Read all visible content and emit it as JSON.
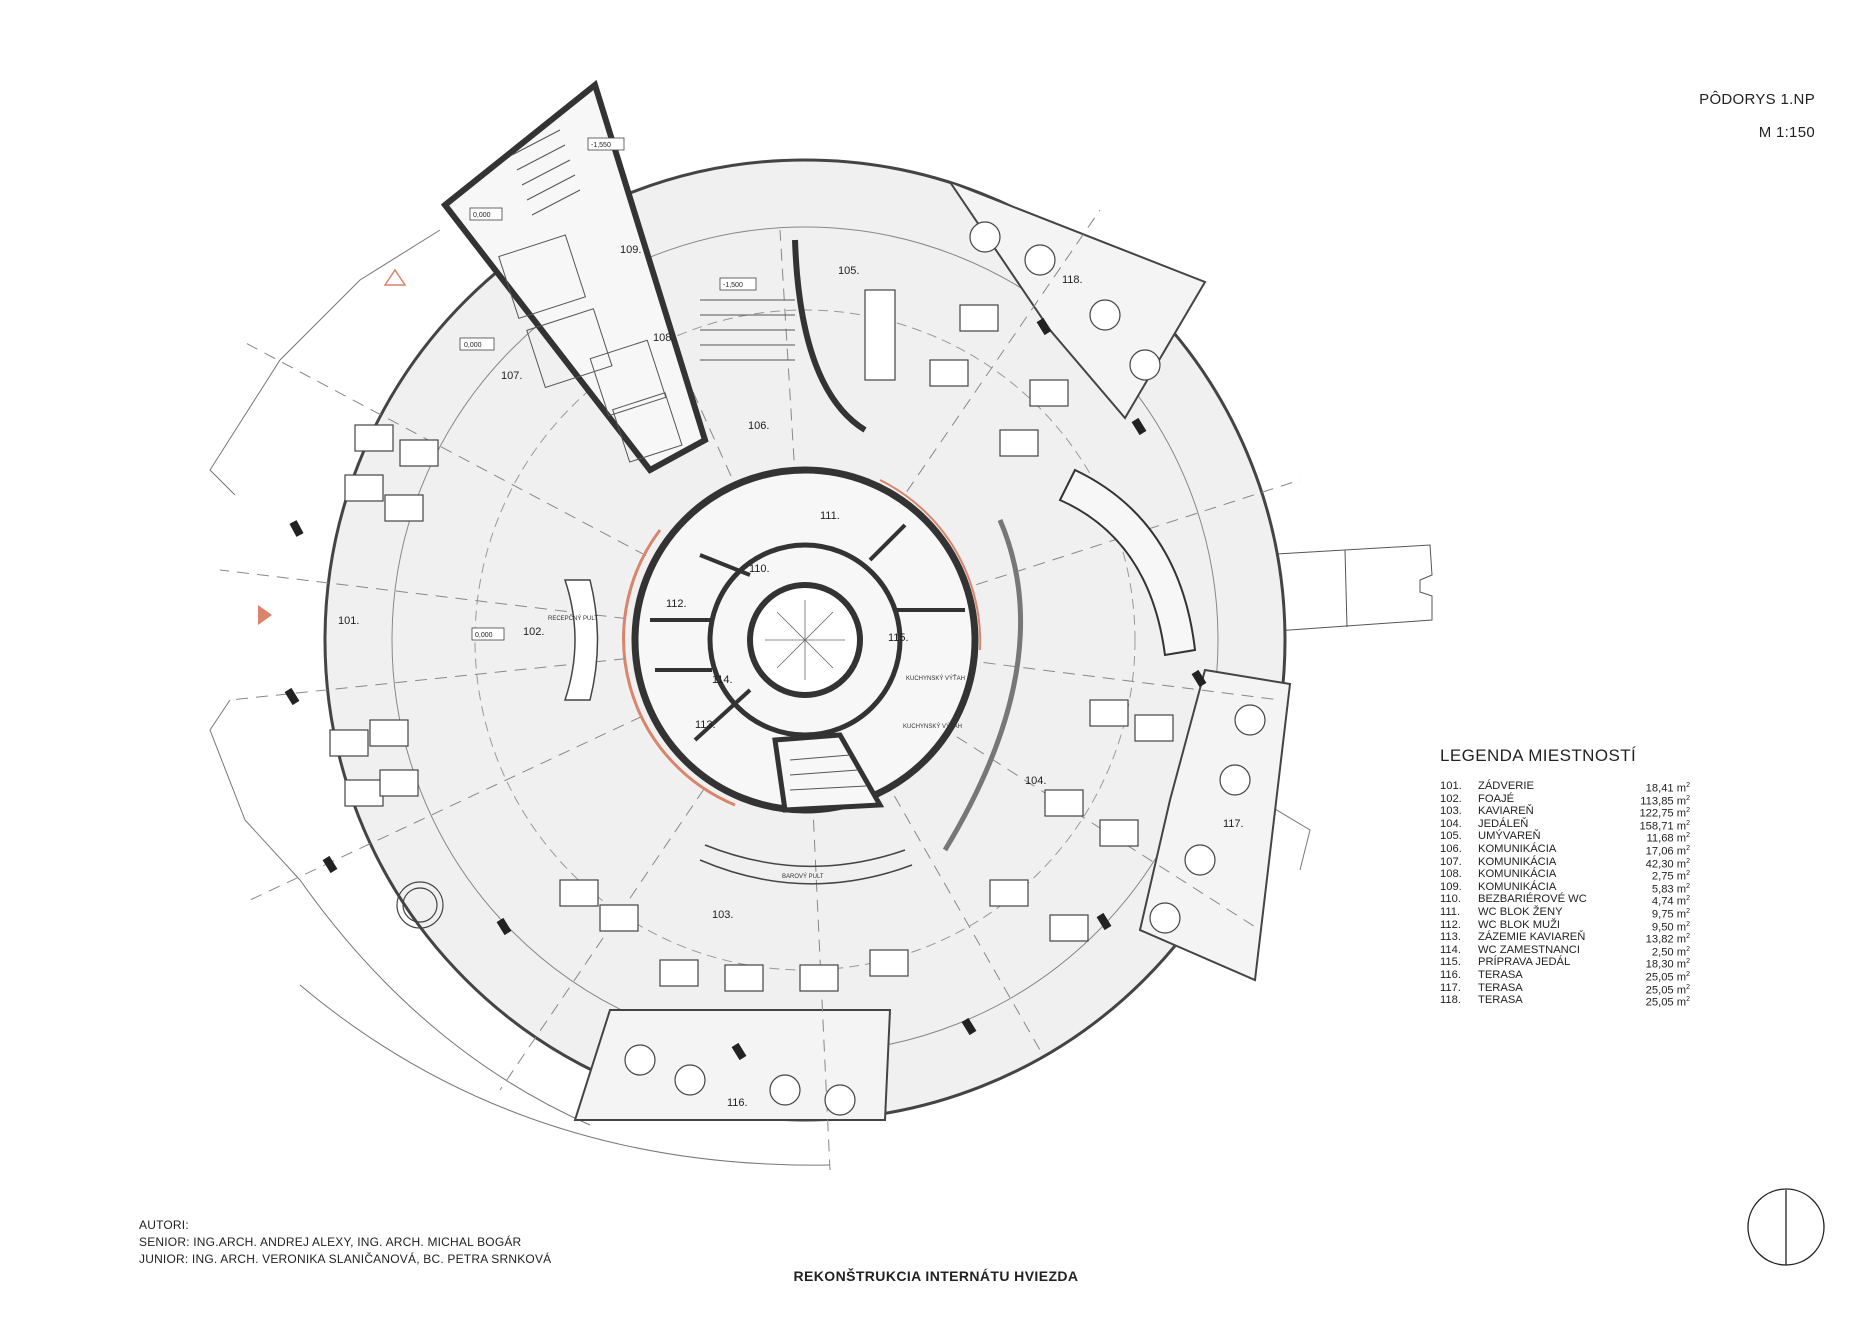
{
  "sheet": {
    "title": "PÔDORYS 1.NP",
    "scale": "M 1:150"
  },
  "project_title": "REKONŠTRUKCIA INTERNÁTU HVIEZDA",
  "authors": {
    "heading": "AUTORI:",
    "senior": "SENIOR: ING.ARCH. ANDREJ ALEXY, ING. ARCH. MICHAL BOGÁR",
    "junior": "JUNIOR: ING. ARCH. VERONIKA SLANIČANOVÁ, BC. PETRA SRNKOVÁ"
  },
  "legend": {
    "title": "LEGENDA MIESTNOSTÍ",
    "unit": "m",
    "rooms": [
      {
        "num": "101.",
        "name": "ZÁDVERIE",
        "area": "18,41"
      },
      {
        "num": "102.",
        "name": "FOAJÉ",
        "area": "113,85"
      },
      {
        "num": "103.",
        "name": "KAVIAREŇ",
        "area": "122,75"
      },
      {
        "num": "104.",
        "name": "JEDÁLEŇ",
        "area": "158,71"
      },
      {
        "num": "105.",
        "name": "UMÝVAREŇ",
        "area": "11,68"
      },
      {
        "num": "106.",
        "name": "KOMUNIKÁCIA",
        "area": "17,06"
      },
      {
        "num": "107.",
        "name": "KOMUNIKÁCIA",
        "area": "42,30"
      },
      {
        "num": "108.",
        "name": "KOMUNIKÁCIA",
        "area": "2,75"
      },
      {
        "num": "109.",
        "name": "KOMUNIKÁCIA",
        "area": "5,83"
      },
      {
        "num": "110.",
        "name": "BEZBARIÉROVÉ WC",
        "area": "4,74"
      },
      {
        "num": "111.",
        "name": "WC BLOK ŽENY",
        "area": "9,75"
      },
      {
        "num": "112.",
        "name": "WC BLOK MUŽI",
        "area": "9,50"
      },
      {
        "num": "113.",
        "name": "ZÁZEMIE KAVIAREŇ",
        "area": "13,82"
      },
      {
        "num": "114.",
        "name": "WC ZAMESTNANCI",
        "area": "2,50"
      },
      {
        "num": "115.",
        "name": "PRÍPRAVA JEDÁL",
        "area": "18,30"
      },
      {
        "num": "116.",
        "name": "TERASA",
        "area": "25,05"
      },
      {
        "num": "117.",
        "name": "TERASA",
        "area": "25,05"
      },
      {
        "num": "118.",
        "name": "TERASA",
        "area": "25,05"
      }
    ]
  },
  "plan_labels": {
    "room_101": "101.",
    "room_102": "102.",
    "room_103": "103.",
    "room_104": "104.",
    "room_105": "105.",
    "room_106": "106.",
    "room_107": "107.",
    "room_108": "108.",
    "room_109": "109.",
    "room_110": "110.",
    "room_111": "111.",
    "room_112": "112.",
    "room_113": "113.",
    "room_114": "114.",
    "room_115": "115.",
    "room_116": "116.",
    "room_117": "117.",
    "room_118": "118.",
    "level_entry": "0,000",
    "level_foyer": "0,000",
    "level_corridor": "0,000",
    "level_stair": "-1,550",
    "level_lower": "-1,500",
    "reception": "RECEPČNÝ PULT",
    "bar": "BAROVÝ PULT",
    "kitchen_1": "KUCHYNSKÝ VÝŤAH",
    "kitchen_2": "KUCHYNSKÝ VÝŤAH"
  },
  "colors": {
    "wall": "#3a3a3a",
    "floor": "#ececec",
    "accent": "#d9846b",
    "line": "#555555"
  }
}
